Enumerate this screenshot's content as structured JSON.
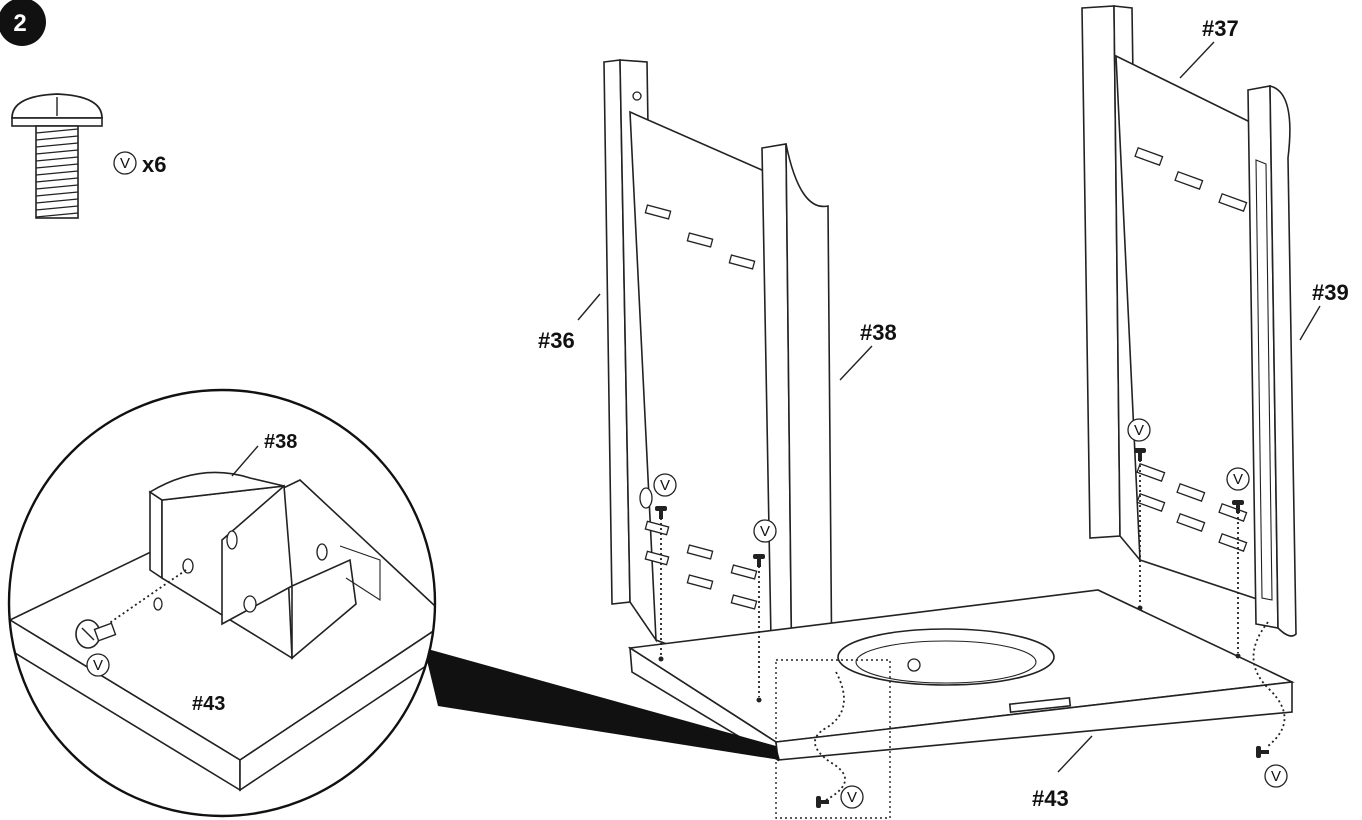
{
  "step": {
    "number": "2"
  },
  "hardware": {
    "code": "V",
    "quantity": "x6",
    "icon": "screw-icon"
  },
  "parts": {
    "part36": "#36",
    "part37": "#37",
    "part38": "#38",
    "part39": "#39",
    "part43": "#43"
  },
  "detail": {
    "part38": "#38",
    "part43": "#43",
    "screw_code": "V"
  },
  "screw_markers": [
    "V",
    "V",
    "V",
    "V",
    "V",
    "V"
  ]
}
